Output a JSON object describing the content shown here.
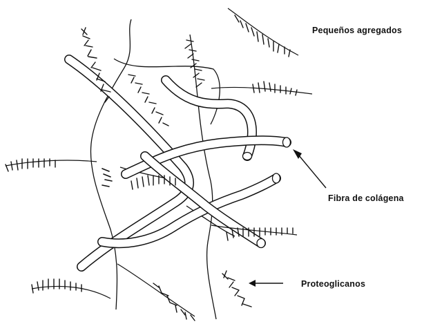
{
  "labels": {
    "aggregates": "Pequeños agregados",
    "collagen_fiber": "Fibra de colágena",
    "proteoglycans": "Proteoglicanos"
  },
  "colors": {
    "ink": "#111111",
    "fiber_fill": "#ffffff"
  }
}
